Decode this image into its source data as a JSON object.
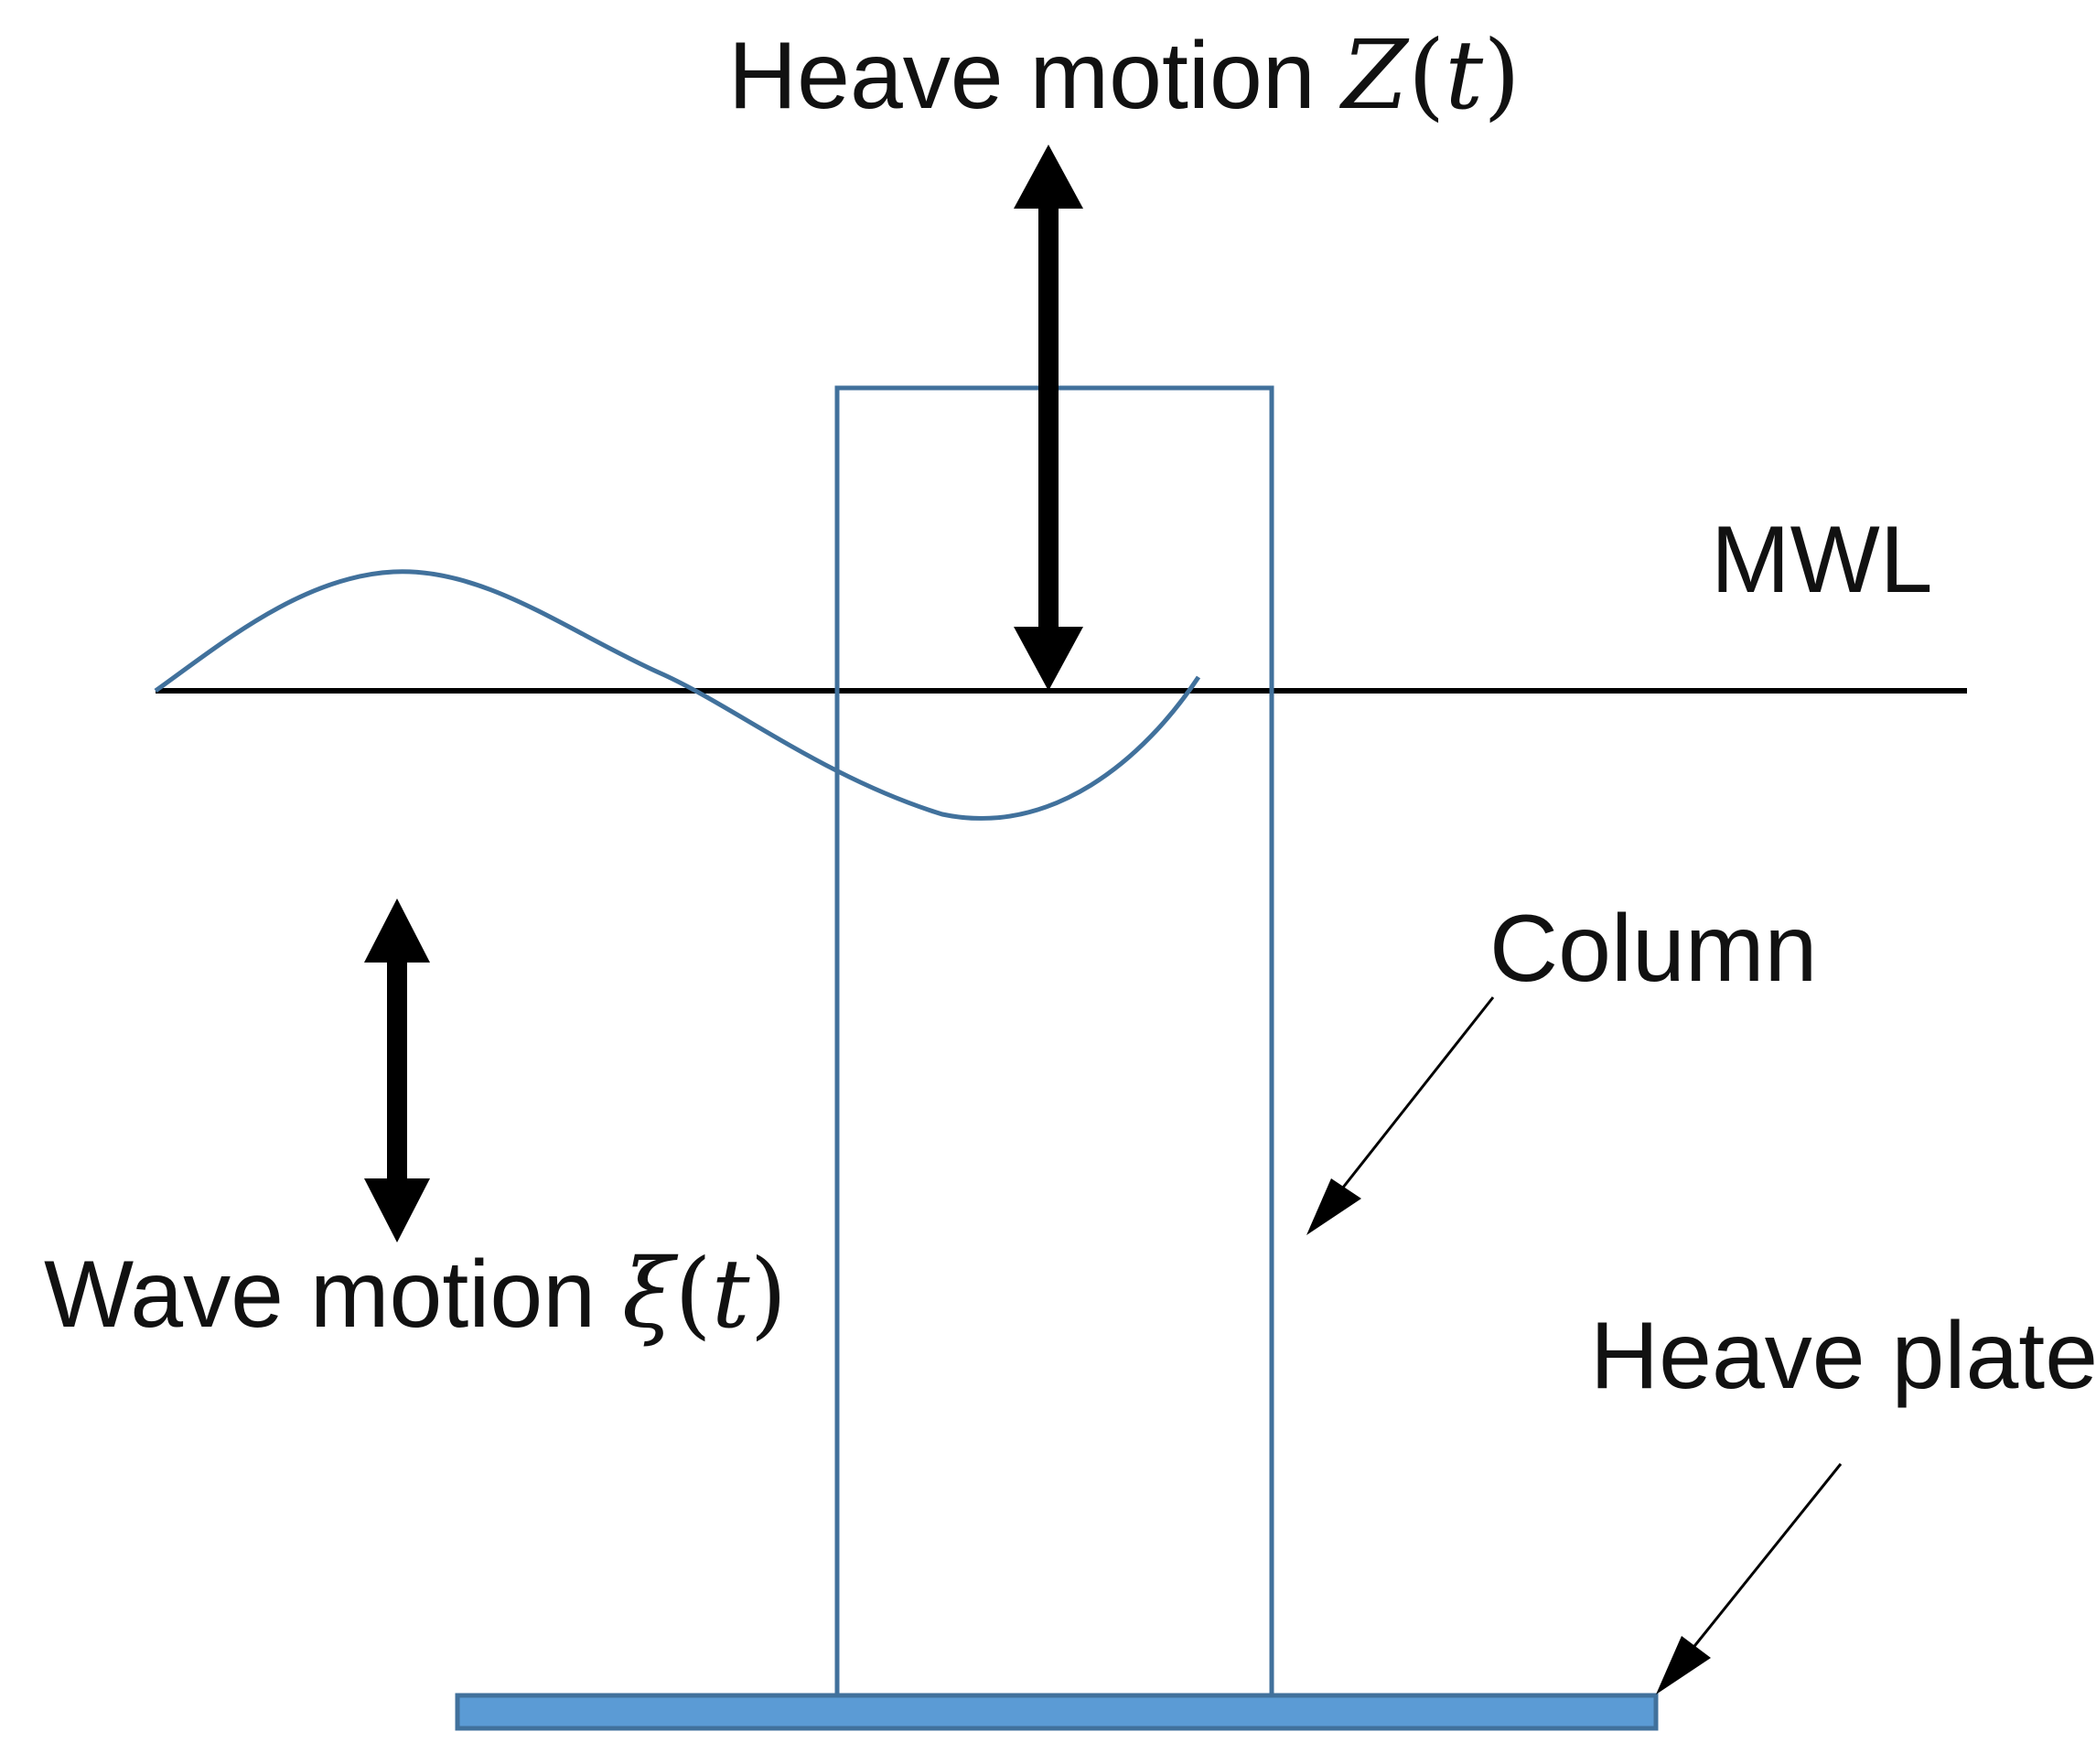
{
  "labels": {
    "heave_motion": {
      "text": "Heave motion ",
      "symbol": "Z",
      "open": "(",
      "arg": "t",
      "close": ")"
    },
    "wave_motion": {
      "text": "Wave motion ",
      "symbol": "ξ",
      "open": "(",
      "arg": "t",
      "close": ")"
    },
    "mwl": "MWL",
    "column": "Column",
    "heave_plate": "Heave plate"
  },
  "colors": {
    "structure": "#41719C",
    "plate_fill": "#5B9BD5",
    "wave": "#41719C",
    "waterline": "#000000",
    "arrows": "#000000"
  }
}
